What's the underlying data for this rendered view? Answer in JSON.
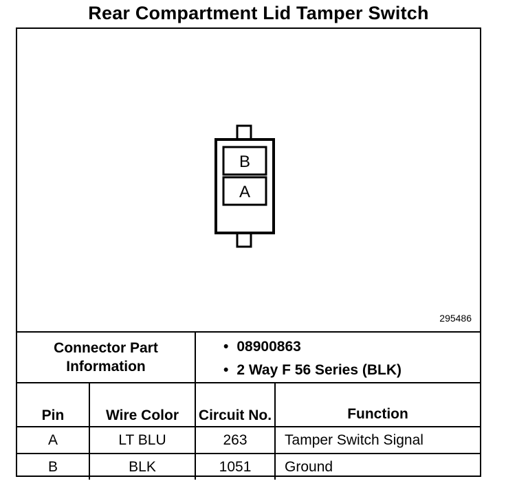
{
  "title": "Rear Compartment Lid Tamper Switch",
  "figure": {
    "id": "295486",
    "connector_cavities": [
      "B",
      "A"
    ]
  },
  "connector_info": {
    "label": "Connector Part Information",
    "items": [
      "08900863",
      "2 Way F 56 Series (BLK)"
    ]
  },
  "table": {
    "headers": {
      "pin": "Pin",
      "wire_color": "Wire Color",
      "circuit_no": "Circuit No.",
      "function": "Function"
    },
    "rows": [
      {
        "pin": "A",
        "wire_color": "LT BLU",
        "circuit_no": "263",
        "function": "Tamper Switch Signal"
      },
      {
        "pin": "B",
        "wire_color": "BLK",
        "circuit_no": "1051",
        "function": "Ground"
      }
    ]
  }
}
